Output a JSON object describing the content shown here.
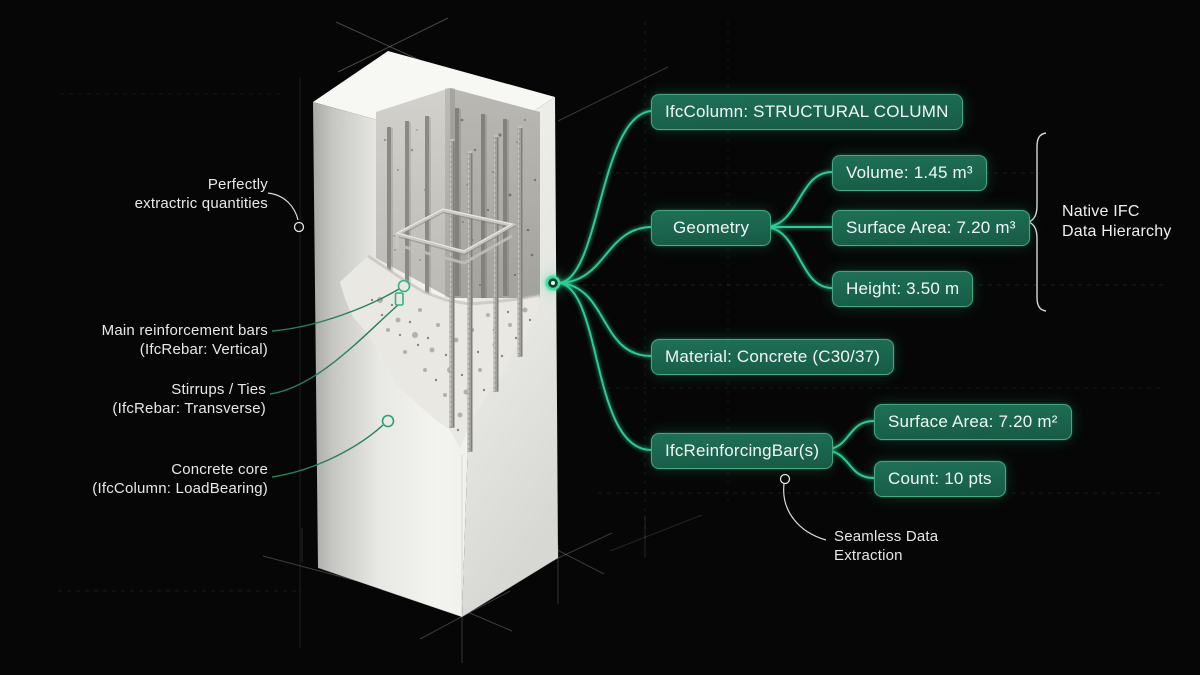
{
  "badges": {
    "ifc_column": "IfcColumn: STRUCTURAL COLUMN",
    "geometry": "Geometry",
    "volume": "Volume: 1.45 m³",
    "surface_area_geometry": "Surface Area: 7.20 m³",
    "height": "Height: 3.50 m",
    "material": "Material: Concrete (C30/37)",
    "reinforcing_bar": "IfcReinforcingBar(s)",
    "surface_area_rebar": "Surface Area: 7.20 m²",
    "count": "Count: 10 pts"
  },
  "annotations": {
    "perfectly": {
      "line1": "Perfectly",
      "line2": "extractric quantities"
    },
    "main_rebar": {
      "line1": "Main reinforcement bars",
      "line2": "(IfcRebar: Vertical)"
    },
    "stirrups": {
      "line1": "Stirrups / Ties",
      "line2": "(IfcRebar: Transverse)"
    },
    "concrete_core": {
      "line1": "Concrete core",
      "line2": "(IfcColumn: LoadBearing)"
    },
    "hierarchy": {
      "line1": "Native IFC",
      "line2": "Data Hierarchy"
    },
    "extraction": {
      "line1": "Seamless Data",
      "line2": "Extraction"
    }
  },
  "colors": {
    "accent_green": "#2fd69b",
    "badge_background": "#1d6a52",
    "background": "#060606"
  },
  "icons": {
    "node_dot": "green-glow-node",
    "ring_markers": "rebar-ring-marker",
    "bracket": "curly-brace"
  }
}
